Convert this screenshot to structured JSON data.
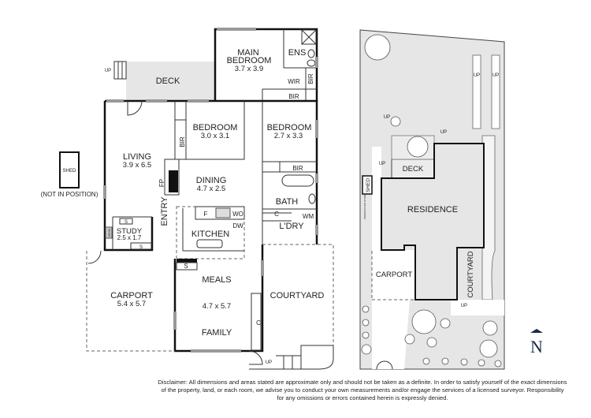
{
  "floor_plan": {
    "rooms": {
      "main_bedroom": {
        "name_line1": "MAIN",
        "name_line2": "BEDROOM",
        "size": "3.7 x 3.9"
      },
      "ens": {
        "name": "ENS"
      },
      "wir": {
        "name": "WIR"
      },
      "bir_main_side": {
        "name": "BIR"
      },
      "bir_main_bottom": {
        "name": "BIR"
      },
      "deck": {
        "name": "DECK"
      },
      "deck_stair": {
        "name": "UP"
      },
      "bedroom1": {
        "name": "BEDROOM",
        "size": "3.0 x 3.1"
      },
      "bir_bed1": {
        "name": "BIR"
      },
      "bedroom2": {
        "name": "BEDROOM",
        "size": "2.7 x 3.3"
      },
      "bir_bed2": {
        "name": "BIR"
      },
      "living": {
        "name": "LIVING",
        "size": "3.9 x 6.5"
      },
      "fireplace": {
        "name": "FP"
      },
      "dining": {
        "name": "DINING",
        "size": "4.7 x 2.5"
      },
      "entry": {
        "name": "ENTRY"
      },
      "bath": {
        "name": "BATH"
      },
      "laundry": {
        "name": "L'DRY"
      },
      "wm": {
        "name": "WM"
      },
      "cupboard_laundry": {
        "name": "C"
      },
      "kitchen": {
        "name": "KITCHEN"
      },
      "fridge": {
        "name": "F"
      },
      "wall_oven": {
        "name": "WO"
      },
      "dishwasher": {
        "name": "DW"
      },
      "study": {
        "name": "STUDY",
        "size": "2.5 x 1.7"
      },
      "study_shelf_top": {
        "name": "S"
      },
      "study_shelf_bottom": {
        "name": "S"
      },
      "desk": {
        "name": "DESK"
      },
      "meals_shelf": {
        "name": "S"
      },
      "meals": {
        "name": "MEALS",
        "size": "4.7 x 5.7"
      },
      "family": {
        "name": "FAMILY"
      },
      "cupboard_family": {
        "name": "C"
      },
      "carport": {
        "name": "CARPORT",
        "size": "5.4 x 5.7"
      },
      "courtyard": {
        "name": "COURTYARD"
      },
      "courtyard_stair": {
        "name": "UP"
      }
    },
    "shed": {
      "name": "SHED",
      "note": "(NOT IN POSITION)"
    }
  },
  "site_plan": {
    "residence": "RESIDENCE",
    "deck": "DECK",
    "shed": "SHED",
    "undercover_store": "UNDERCOVER STORE",
    "carport": "CARPORT",
    "courtyard": "COURTYARD",
    "up_labels": [
      "UP",
      "UP",
      "UP",
      "UP",
      "UP",
      "UP"
    ],
    "north": "N"
  },
  "disclaimer": {
    "line1": "Disclaimer: All dimensions and areas stated are approximate only and should not be taken as a definite. In order to satisfy yourself of the exact dimensions",
    "line2": "of the property, land, or each room, we advise you to conduct your own measurements and/or engage the services of a licensed surveyor. Responsibility",
    "line3": "for any omissions or errors contained herein is expressly denied."
  },
  "colors": {
    "wall": "#111111",
    "outdoor_fill": "#e6e6e6",
    "window": "#999999"
  }
}
